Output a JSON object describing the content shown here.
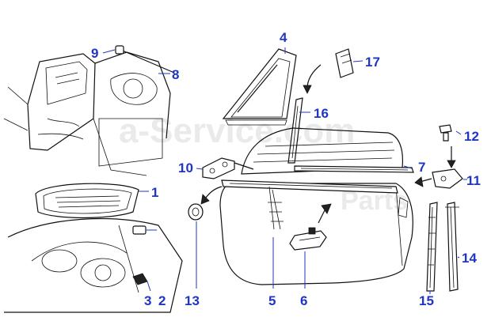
{
  "watermark": {
    "text": "a-Service.com",
    "text2": "Parts"
  },
  "callouts": [
    {
      "id": "1",
      "label": "1"
    },
    {
      "id": "2",
      "label": "2"
    },
    {
      "id": "3",
      "label": "3"
    },
    {
      "id": "4",
      "label": "4"
    },
    {
      "id": "5",
      "label": "5"
    },
    {
      "id": "6",
      "label": "6"
    },
    {
      "id": "7",
      "label": "7"
    },
    {
      "id": "8",
      "label": "8"
    },
    {
      "id": "9",
      "label": "9"
    },
    {
      "id": "10",
      "label": "10"
    },
    {
      "id": "11",
      "label": "11"
    },
    {
      "id": "12",
      "label": "12"
    },
    {
      "id": "13",
      "label": "13"
    },
    {
      "id": "14",
      "label": "14"
    },
    {
      "id": "15",
      "label": "15"
    },
    {
      "id": "16",
      "label": "16"
    },
    {
      "id": "17",
      "label": "17"
    }
  ],
  "colors": {
    "callout": "#1f35c4",
    "ink": "#111111",
    "watermark": "#d9d9d9"
  }
}
